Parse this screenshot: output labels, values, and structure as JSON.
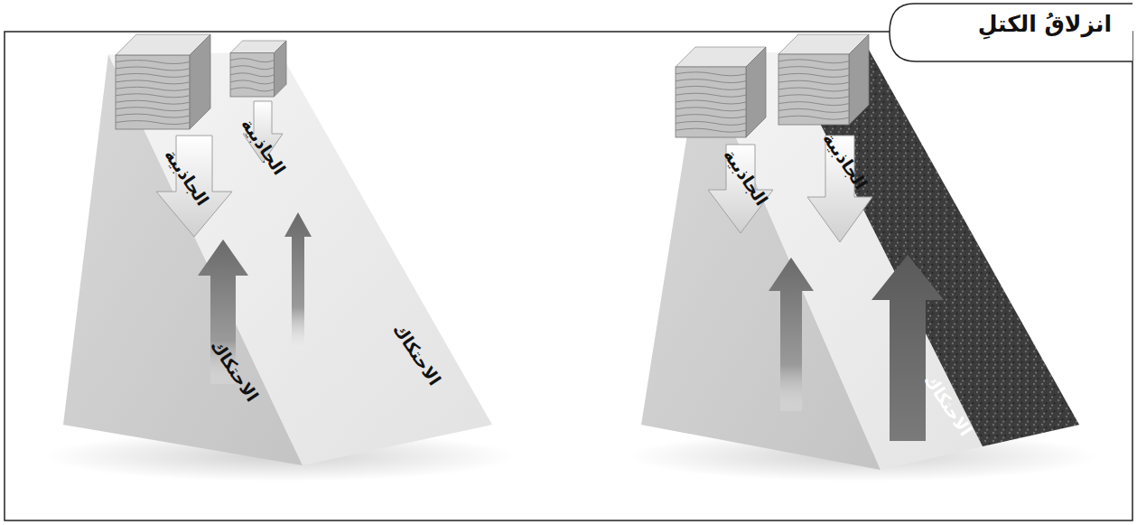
{
  "diagram": {
    "title": "انزلاقُ الكتلِ",
    "labels": [
      "الجاذبية",
      "الجاذبية",
      "الاحتكاك",
      "الاحتكاك",
      "الجاذبية",
      "الجاذبية",
      "الاحتكاك"
    ]
  }
}
